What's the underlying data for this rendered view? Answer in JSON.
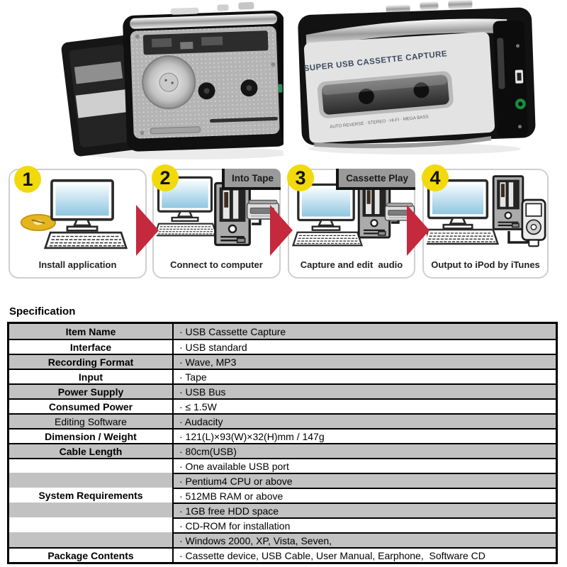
{
  "product": {
    "front_label": "SUPER USB CASSETTE CAPTURE",
    "front_sublabel": "AUTO REVERSE · STEREO · HI-FI · MEGA BASS"
  },
  "steps": {
    "badge_color": "#f2d90a",
    "arrow_color": "#c5293d",
    "tag_color": "#9a9a9a",
    "items": [
      {
        "number": "1",
        "caption": "Install application",
        "tag": ""
      },
      {
        "number": "2",
        "caption": "Connect to computer",
        "tag": "Into Tape"
      },
      {
        "number": "3",
        "caption": "Capture and edit  audio",
        "tag": "Cassette Play"
      },
      {
        "number": "4",
        "caption": "Output to iPod by iTunes",
        "tag": ""
      }
    ]
  },
  "specification": {
    "heading": "Specification",
    "stripe_color": "#c2c2c2",
    "rows": [
      {
        "label": "Item Name",
        "value": "· USB Cassette Capture",
        "label_bold": true,
        "divider": "none"
      },
      {
        "label": "Interface",
        "value": "· USB standard",
        "label_bold": true,
        "divider": "full"
      },
      {
        "label": "Recording Format",
        "value": "· Wave, MP3",
        "label_bold": true,
        "divider": "full"
      },
      {
        "label": "Input",
        "value": "· Tape",
        "label_bold": true,
        "divider": "full"
      },
      {
        "label": "Power Supply",
        "value": "· USB Bus",
        "label_bold": true,
        "divider": "full"
      },
      {
        "label": "Consumed Power",
        "value": "· ≤ 1.5W",
        "label_bold": true,
        "divider": "full"
      },
      {
        "label": "Editing Software",
        "value": "· Audacity",
        "label_bold": false,
        "divider": "full"
      },
      {
        "label": "Dimension / Weight",
        "value": "· 121(L)×93(W)×32(H)mm / 147g",
        "label_bold": true,
        "divider": "full"
      },
      {
        "label": "Cable Length",
        "value": "· 80cm(USB)",
        "label_bold": true,
        "divider": "full"
      },
      {
        "label": "",
        "value": "· One available USB port",
        "label_bold": true,
        "divider": "full"
      },
      {
        "label": "",
        "value": "· Pentium4 CPU or above",
        "label_bold": true,
        "divider": "value"
      },
      {
        "label": "System Requirements",
        "value": "· 512MB RAM or above",
        "label_bold": true,
        "divider": "value"
      },
      {
        "label": "",
        "value": "· 1GB free HDD space",
        "label_bold": true,
        "divider": "value"
      },
      {
        "label": "",
        "value": "· CD-ROM for installation",
        "label_bold": true,
        "divider": "value"
      },
      {
        "label": "",
        "value": "· Windows 2000, XP, Vista, Seven,",
        "label_bold": true,
        "divider": "value"
      },
      {
        "label": "Package Contents",
        "value": "· Cassette device, USB Cable, User Manual, Earphone,  Software CD",
        "label_bold": true,
        "divider": "full"
      }
    ]
  }
}
